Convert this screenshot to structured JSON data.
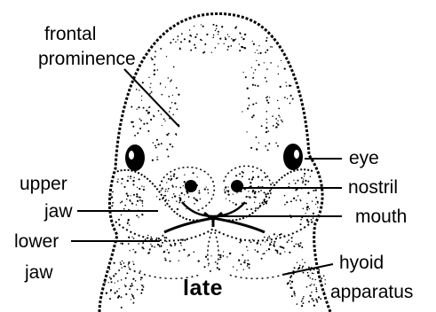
{
  "labels": {
    "frontal": "frontal",
    "prominence": "prominence",
    "upper": "upper",
    "jaw_upper": "jaw",
    "lower": "lower",
    "jaw_lower": "jaw",
    "eye": "eye",
    "nostril": "nostril",
    "mouth": "mouth",
    "hyoid": "hyoid",
    "apparatus": "apparatus",
    "stage": "late"
  }
}
